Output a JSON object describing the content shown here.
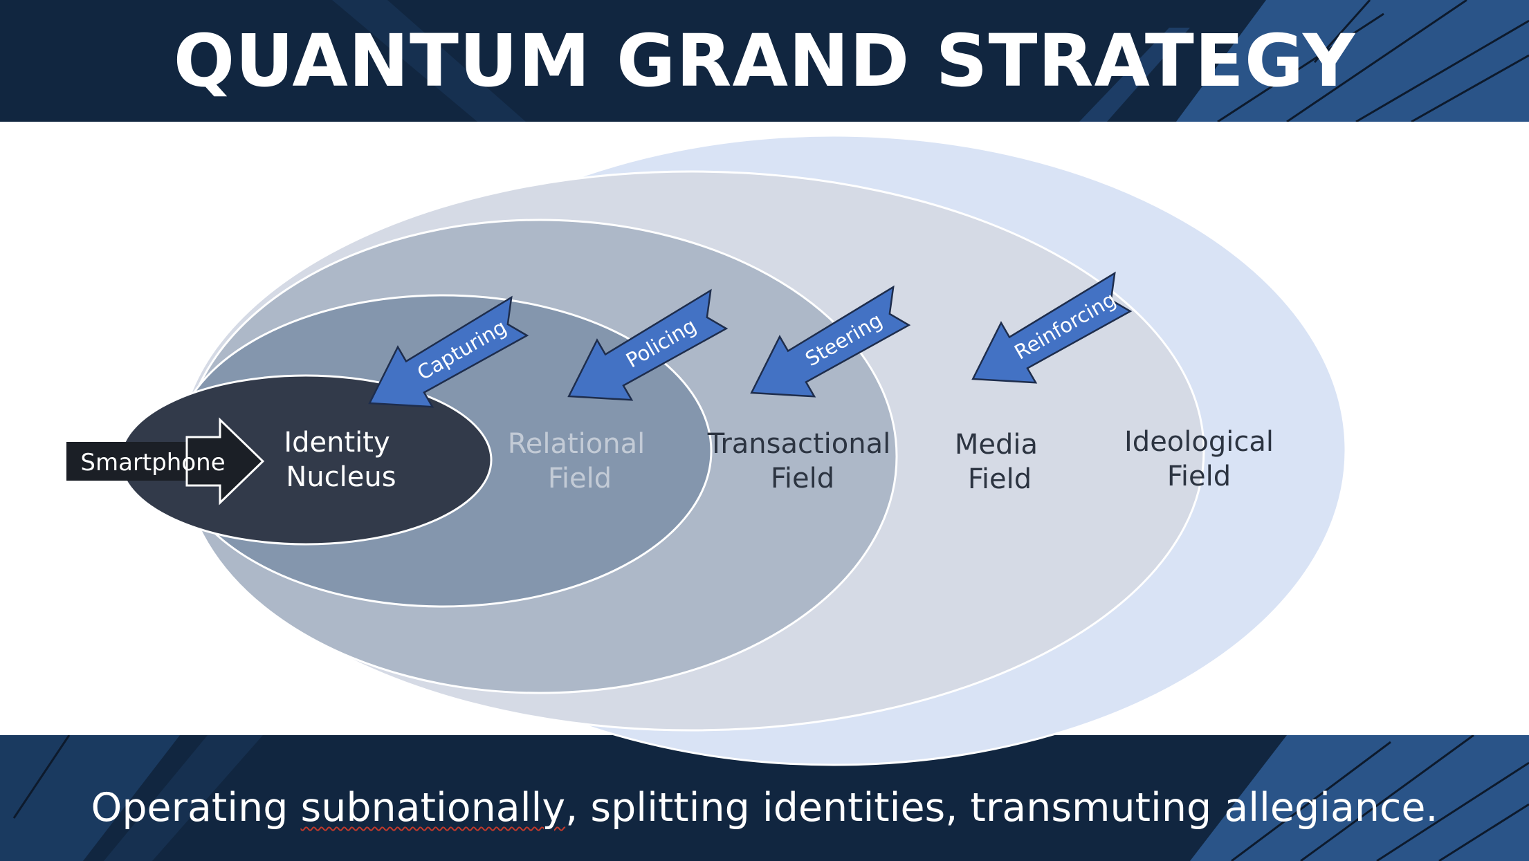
{
  "slide": {
    "title": "QUANTUM GRAND STRATEGY",
    "footer": {
      "part1": "Operating ",
      "part2": "subnationally",
      "part3": ", splitting identities, transmuting allegiance."
    }
  },
  "diagram": {
    "input": "Smartphone",
    "fields": [
      {
        "line1": "Identity",
        "line2": "Nucleus"
      },
      {
        "line1": "Relational",
        "line2": "Field"
      },
      {
        "line1": "Transactional",
        "line2": "Field"
      },
      {
        "line1": "Media",
        "line2": "Field"
      },
      {
        "line1": "Ideological",
        "line2": "Field"
      }
    ],
    "arrows": [
      "Capturing",
      "Policing",
      "Steering",
      "Reinforcing"
    ]
  },
  "colors": {
    "band": "#112640",
    "ideological": "#d9e3f5",
    "media": "#d5dae5",
    "transactional": "#adb8c8",
    "relational": "#8496ad",
    "nucleus": "#323a4a",
    "arrow": "#4372c4"
  }
}
